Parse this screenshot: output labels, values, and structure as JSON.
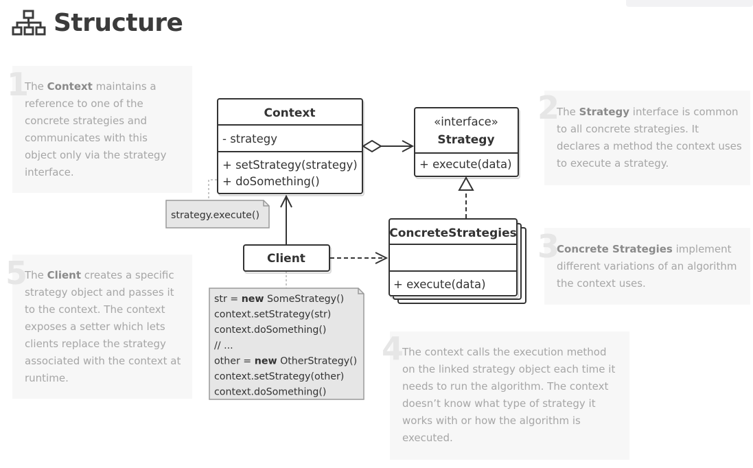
{
  "page": {
    "title": "Structure",
    "icon": "structure-icon"
  },
  "callouts": [
    {
      "number": "1",
      "parts": [
        [
          "The ",
          false
        ],
        [
          "Context",
          true
        ],
        [
          " maintains a reference to one of the concrete strategies and communicates with this object only via the strategy interface.",
          false
        ]
      ]
    },
    {
      "number": "2",
      "parts": [
        [
          "The ",
          false
        ],
        [
          "Strategy",
          true
        ],
        [
          " interface is common to all concrete strategies. It declares a method the context uses to execute a strategy.",
          false
        ]
      ]
    },
    {
      "number": "3",
      "parts": [
        [
          "Concrete Strategies",
          true
        ],
        [
          " implement different variations of an algorithm the context uses.",
          false
        ]
      ]
    },
    {
      "number": "4",
      "parts": [
        [
          "The context calls the execution method on the linked strategy object each time it needs to run the algorithm. The context doesn’t know what type of strategy it works with or how the algorithm is executed.",
          false
        ]
      ]
    },
    {
      "number": "5",
      "parts": [
        [
          "The ",
          false
        ],
        [
          "Client",
          true
        ],
        [
          " creates a specific strategy object and passes it to the context. The context exposes a setter which lets clients replace the strategy associated with the context at runtime.",
          false
        ]
      ]
    }
  ],
  "diagram": {
    "context": {
      "name": "Context",
      "field": "- strategy",
      "method1": "+ setStrategy(strategy)",
      "method2": "+ doSomething()"
    },
    "strategy": {
      "stereotype": "«interface»",
      "name": "Strategy",
      "method": "+ execute(data)"
    },
    "concrete": {
      "name": "ConcreteStrategies",
      "method": "+ execute(data)"
    },
    "client": {
      "name": "Client"
    },
    "note_context": "strategy.execute()",
    "note_client": [
      [
        [
          "str = ",
          false
        ],
        [
          "new",
          true
        ],
        [
          " SomeStrategy()",
          false
        ]
      ],
      [
        [
          "context.setStrategy(str)",
          false
        ]
      ],
      [
        [
          "context.doSomething()",
          false
        ]
      ],
      [
        [
          "// ...",
          false
        ]
      ],
      [
        [
          "other = ",
          false
        ],
        [
          "new",
          true
        ],
        [
          " OtherStrategy()",
          false
        ]
      ],
      [
        [
          "context.setStrategy(other)",
          false
        ]
      ],
      [
        [
          "context.doSomething()",
          false
        ]
      ]
    ]
  },
  "colors": {
    "border": "#333333",
    "box_fill": "#ffffff",
    "note_fill": "#e6e6e6",
    "callout_bg": "#f7f7f7",
    "callout_text": "#a6a6a6"
  }
}
